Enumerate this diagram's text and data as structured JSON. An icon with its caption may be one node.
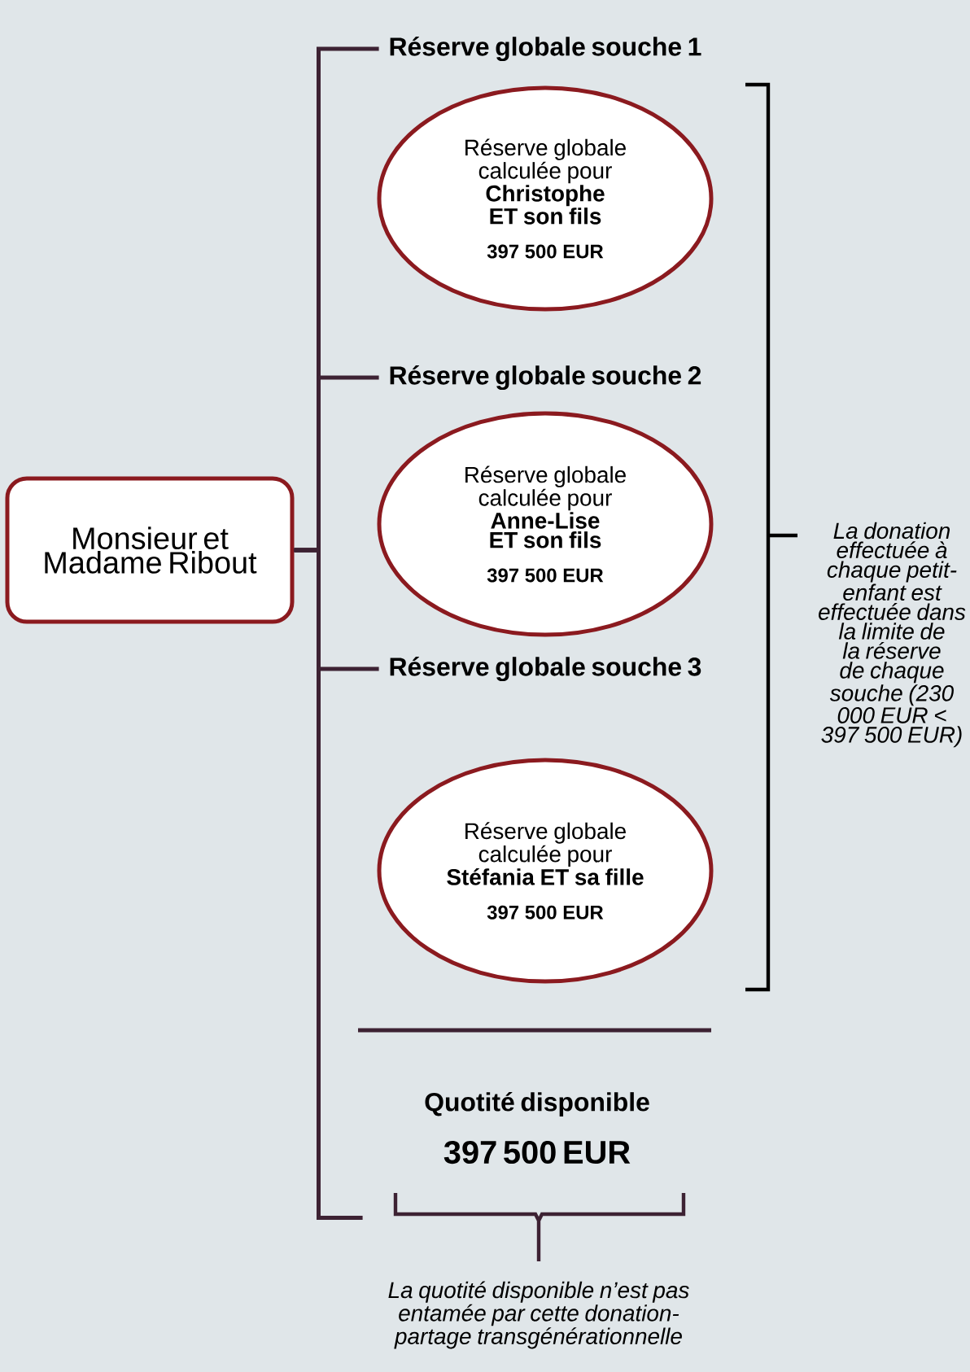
{
  "diagram": {
    "nodes": [
      {
        "text": [
          "Monsieur et Madame Ribout"
        ]
      },
      {
        "text": [
          "Réserve globale souche 1"
        ]
      },
      {
        "text": [
          "Réserve globale calculée pour",
          "Christophe ET son fils",
          "397 500 EUR"
        ]
      },
      {
        "text": [
          "Réserve globale souche 2"
        ]
      },
      {
        "text": [
          "Réserve globale calculée pour",
          "Anne-Lise ET son fils",
          "397 500 EUR"
        ]
      },
      {
        "text": [
          "Réserve globale souche 3"
        ]
      },
      {
        "text": [
          "Réserve globale calculée pour",
          "Stéfania ET sa fille",
          "397 500 EUR"
        ]
      },
      {
        "text": [
          "Quotité disponible",
          "397 500 EUR"
        ]
      }
    ],
    "edges": [
      {
        "from": 0,
        "to": 1,
        "arrow": "none"
      },
      {
        "from": 0,
        "to": 3,
        "arrow": "none"
      },
      {
        "from": 0,
        "to": 5,
        "arrow": "none"
      },
      {
        "from": 0,
        "to": 7,
        "arrow": "none"
      }
    ],
    "labels": [
      "La donation effectuée à chaque petit-enfant est effectuée dans la limite de la réserve de chaque souche (230 000 EUR < 397 500 EUR)",
      "La quotité disponible n’est pas entamée par cette donation-partage transgénérationnelle"
    ]
  }
}
